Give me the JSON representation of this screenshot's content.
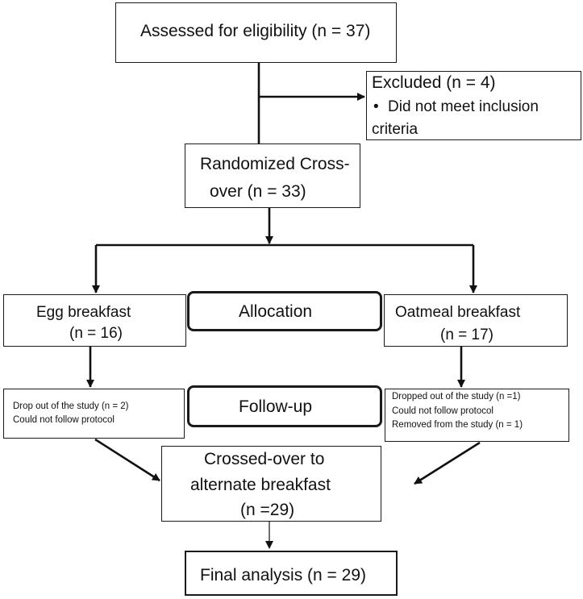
{
  "assessed": {
    "text": "Assessed for eligibility (n = 37)"
  },
  "excluded": {
    "title": "Excluded (n = 4)",
    "bullet": "•",
    "reason_line1": "Did not meet inclusion",
    "reason_line2": "criteria"
  },
  "randomized": {
    "line1": "Randomized Cross-",
    "line2": "over  (n = 33)"
  },
  "allocation": {
    "label": "Allocation"
  },
  "egg": {
    "line1": "Egg breakfast",
    "line2": "(n = 16)"
  },
  "oatmeal": {
    "line1": "Oatmeal breakfast",
    "line2": "(n = 17)"
  },
  "followup": {
    "label": "Follow-up"
  },
  "egg_dropout": {
    "line1": "Drop out of the study (n = 2)",
    "line2": "Could not follow protocol"
  },
  "oat_dropout": {
    "line1": "Dropped out of the study (n =1)",
    "line2": "Could not follow protocol",
    "line3": "Removed from the study (n = 1)"
  },
  "crossed": {
    "line1": "Crossed-over to",
    "line2": "alternate breakfast",
    "line3": "(n =29)"
  },
  "final": {
    "text": "Final analysis (n = 29)"
  }
}
